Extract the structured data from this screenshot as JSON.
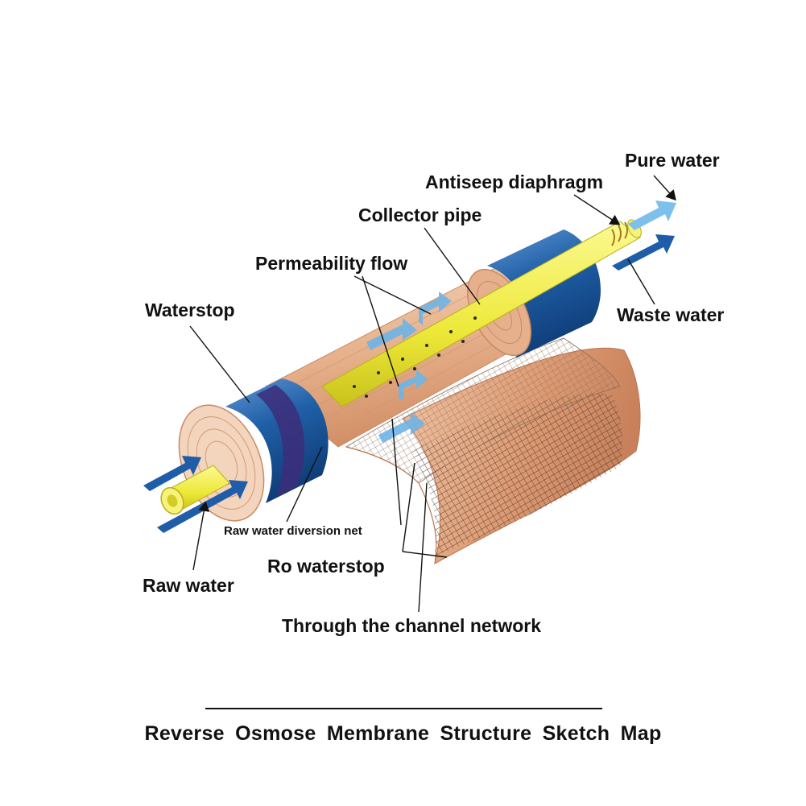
{
  "labels": {
    "pure_water": "Pure water",
    "antiseep_diaphragm": "Antiseep diaphragm",
    "collector_pipe": "Collector pipe",
    "permeability_flow": "Permeability flow",
    "waterstop": "Waterstop",
    "waste_water": "Waste water",
    "raw_water_diversion_net": "Raw water diversion net",
    "ro_waterstop": "Ro waterstop",
    "raw_water": "Raw water",
    "through_channel_network": "Through the channel network"
  },
  "caption": "Reverse Osmose Membrane Structure Sketch Map",
  "colors": {
    "end_cap_blue": "#1f5fa6",
    "membrane_copper": "#e3a47c",
    "collector_yellow": "#f2f04a",
    "flow_arrow_blue": "#1f5da8",
    "permeate_arrow_light_blue": "#6fb4e6",
    "mesh_dark": "#4a3a30",
    "leader_line": "#111111"
  }
}
